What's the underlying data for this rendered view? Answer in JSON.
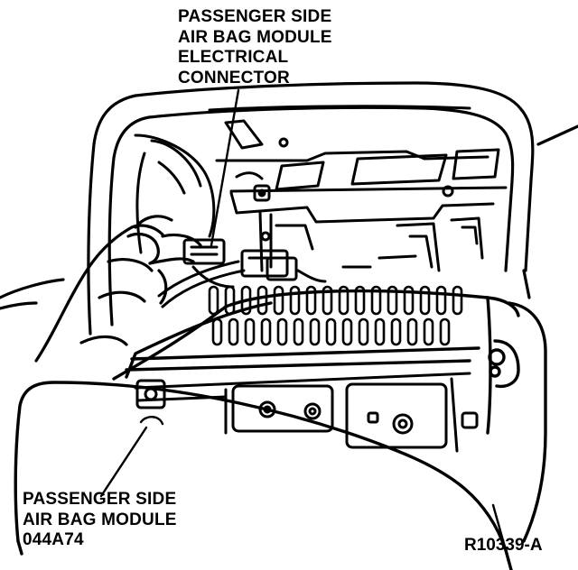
{
  "callouts": {
    "connector": {
      "lines": [
        "PASSENGER SIDE",
        "AIR BAG MODULE",
        "ELECTRICAL",
        "CONNECTOR"
      ]
    },
    "module": {
      "lines": [
        "PASSENGER SIDE",
        "AIR BAG MODULE",
        "044A74"
      ]
    }
  },
  "figure_id": "R10339-A",
  "colors": {
    "ink": "#000000",
    "paper": "#ffffff"
  }
}
